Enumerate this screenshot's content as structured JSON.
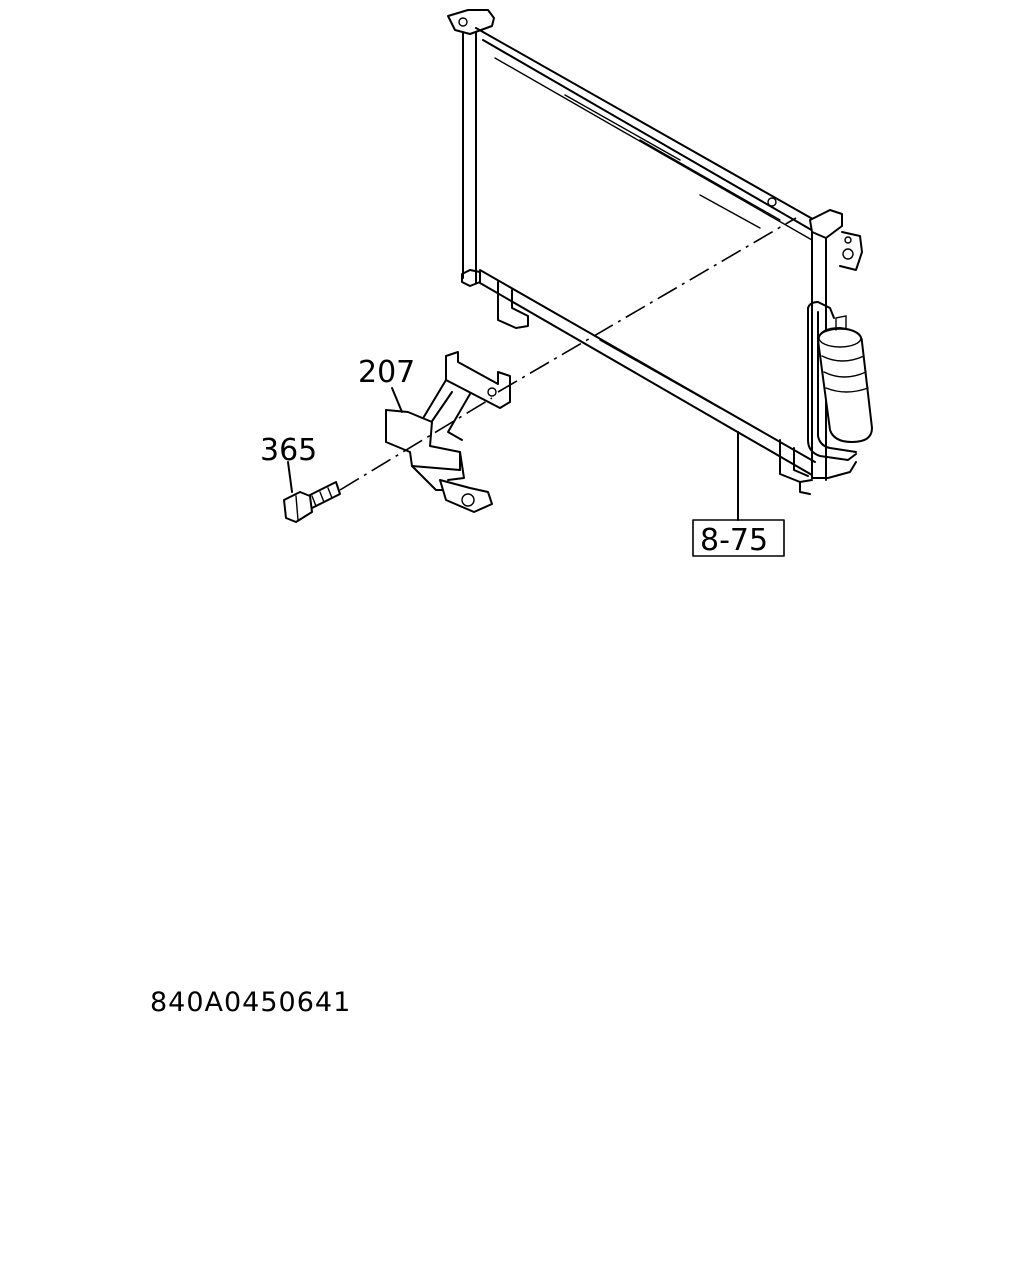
{
  "diagram": {
    "callouts": [
      {
        "id": "label-207",
        "text": "207"
      },
      {
        "id": "label-365",
        "text": "365"
      },
      {
        "id": "label-8-75",
        "text": "8-75"
      }
    ],
    "code": "840A0450641"
  }
}
